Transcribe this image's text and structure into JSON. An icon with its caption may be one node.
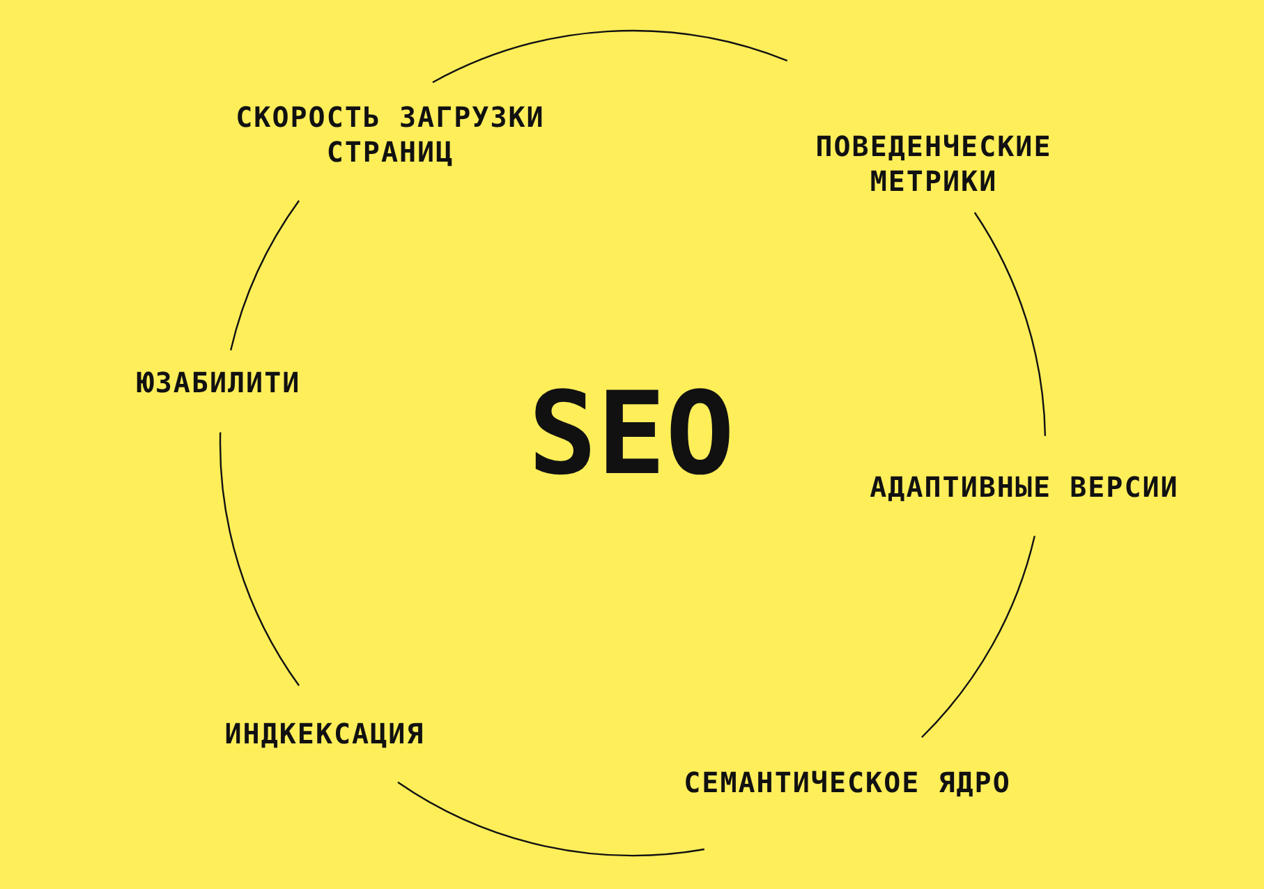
{
  "diagram": {
    "nodes": [
      {
        "text": [
          "СКОРОСТЬ ЗАГРУЗКИ СТРАНИЦ"
        ]
      },
      {
        "text": [
          "ПОВЕДЕНЧЕСКИЕ МЕТРИКИ"
        ]
      },
      {
        "text": [
          "АДАПТИВНЫЕ ВЕРСИИ"
        ]
      },
      {
        "text": [
          "СЕМАНТИЧЕСКОЕ ЯДРО"
        ]
      },
      {
        "text": [
          "ИНДКЕКСАЦИЯ"
        ]
      },
      {
        "text": [
          "ЮЗАБИЛИТИ"
        ]
      }
    ],
    "edges": [
      {
        "from": 0,
        "to": 1,
        "arrow": "none"
      },
      {
        "from": 1,
        "to": 2,
        "arrow": "none"
      },
      {
        "from": 2,
        "to": 3,
        "arrow": "none"
      },
      {
        "from": 3,
        "to": 4,
        "arrow": "none"
      },
      {
        "from": 4,
        "to": 5,
        "arrow": "none"
      },
      {
        "from": 5,
        "to": 0,
        "arrow": "none"
      }
    ],
    "labels": [
      "SEO"
    ]
  }
}
